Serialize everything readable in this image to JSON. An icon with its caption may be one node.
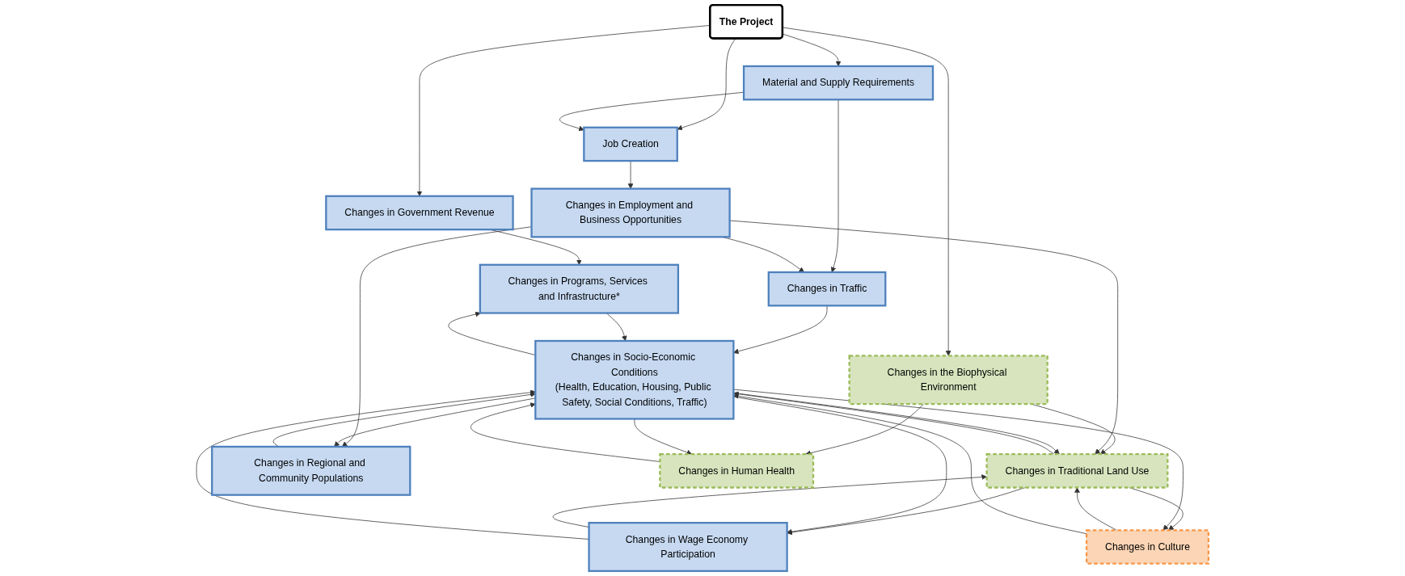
{
  "diagram": {
    "nodes": [
      {
        "text": [
          "The Project"
        ]
      },
      {
        "text": [
          "Changes in Government Revenue"
        ]
      },
      {
        "text": [
          "Material and Supply Requirements"
        ]
      },
      {
        "text": [
          "Job Creation"
        ]
      },
      {
        "text": [
          "Changes in the Biophysical Environment"
        ]
      },
      {
        "text": [
          "Changes in Traffic"
        ]
      },
      {
        "text": [
          "Changes in Employment and Business Opportunities"
        ]
      },
      {
        "text": [
          "Changes in Traditional Land Use"
        ]
      },
      {
        "text": [
          "Changes in Regional and Community Populations"
        ]
      },
      {
        "text": [
          "Changes in Wage Economy Participation"
        ]
      },
      {
        "text": [
          "Changes in Culture"
        ]
      },
      {
        "text": [
          "Changes in Human Health"
        ]
      },
      {
        "text": [
          "Changes in Socio-Economic Conditions",
          "(Health, Education, Housing, Public Safety, Social Conditions, Traffic)"
        ]
      },
      {
        "text": [
          "Changes in Programs, Services and Infrastructure*"
        ]
      }
    ],
    "edges": [
      {
        "from": 0,
        "to": 1,
        "arrow": "to"
      },
      {
        "from": 0,
        "to": 2,
        "arrow": "to"
      },
      {
        "from": 0,
        "to": 3,
        "arrow": "to"
      },
      {
        "from": 0,
        "to": 4,
        "arrow": "to"
      },
      {
        "from": 2,
        "to": 3,
        "arrow": "to"
      },
      {
        "from": 2,
        "to": 5,
        "arrow": "to"
      },
      {
        "from": 3,
        "to": 6,
        "arrow": "to"
      },
      {
        "from": 4,
        "to": 7,
        "arrow": "to"
      },
      {
        "from": 4,
        "to": 11,
        "arrow": "to"
      },
      {
        "from": 6,
        "to": 5,
        "arrow": "to"
      },
      {
        "from": 6,
        "to": 7,
        "arrow": "to"
      },
      {
        "from": 6,
        "to": 8,
        "arrow": "to"
      },
      {
        "from": 7,
        "to": 9,
        "arrow": "to"
      },
      {
        "from": 9,
        "to": 7,
        "arrow": "to"
      },
      {
        "from": 7,
        "to": 10,
        "arrow": "to"
      },
      {
        "from": 10,
        "to": 7,
        "arrow": "to"
      },
      {
        "from": 7,
        "to": 12,
        "arrow": "to"
      },
      {
        "from": 12,
        "to": 7,
        "arrow": "to"
      },
      {
        "from": 5,
        "to": 12,
        "arrow": "to"
      },
      {
        "from": 8,
        "to": 12,
        "arrow": "to"
      },
      {
        "from": 12,
        "to": 8,
        "arrow": "to"
      },
      {
        "from": 9,
        "to": 12,
        "arrow": "to"
      },
      {
        "from": 12,
        "to": 9,
        "arrow": "to"
      },
      {
        "from": 10,
        "to": 12,
        "arrow": "to"
      },
      {
        "from": 12,
        "to": 10,
        "arrow": "to"
      },
      {
        "from": 11,
        "to": 12,
        "arrow": "to"
      },
      {
        "from": 12,
        "to": 11,
        "arrow": "to"
      },
      {
        "from": 12,
        "to": 13,
        "arrow": "to"
      },
      {
        "from": 13,
        "to": 12,
        "arrow": "to"
      },
      {
        "from": 1,
        "to": 13,
        "arrow": "to"
      }
    ]
  }
}
